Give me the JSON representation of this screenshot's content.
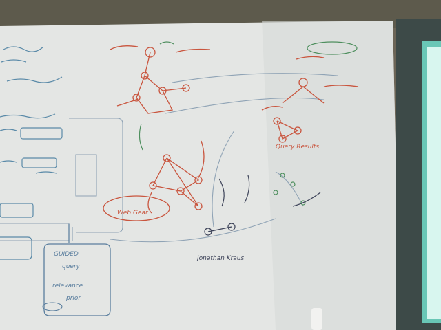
{
  "scene": {
    "subject": "whiteboard",
    "colors": {
      "wall_top": "#5d5a4c",
      "board": "#e4e6e4",
      "board_shadow": "#c9ccca",
      "frame_right": "#3d4a48",
      "monitor_glow": "#d8f6ef",
      "monitor_edge": "#69c7b6",
      "ink_red": "#c9553e",
      "ink_blue": "#5a7e9e",
      "ink_green": "#4e8f5e",
      "ink_dark": "#3c4258"
    }
  },
  "labels": {
    "bottom_caption": "Jonathan Kraus",
    "web_gear": "Web Gear",
    "guided": "GUIDED",
    "query": "query",
    "relevance": "relevance",
    "prior": "prior",
    "query_results": "Query Results"
  }
}
